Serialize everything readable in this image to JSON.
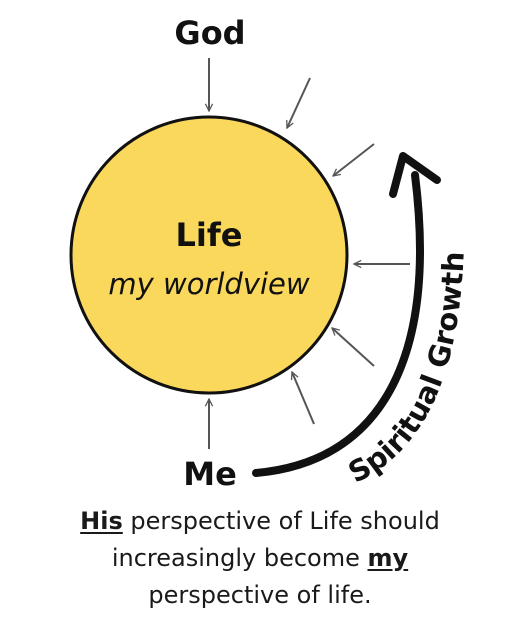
{
  "diagram": {
    "top_label": "God",
    "bottom_label": "Me",
    "circle_title": "Life",
    "circle_subtitle": "my worldview",
    "curve_label": "Spiritual Growth"
  },
  "caption": {
    "emph_1": "His",
    "text_1": " perspective of Life should",
    "text_2": "increasingly become ",
    "emph_2": "my",
    "text_3": "perspective of life."
  },
  "colors": {
    "circle_fill": "#f9d85c",
    "circle_stroke": "#111111",
    "arrow_gray": "#555555",
    "text": "#111111"
  }
}
